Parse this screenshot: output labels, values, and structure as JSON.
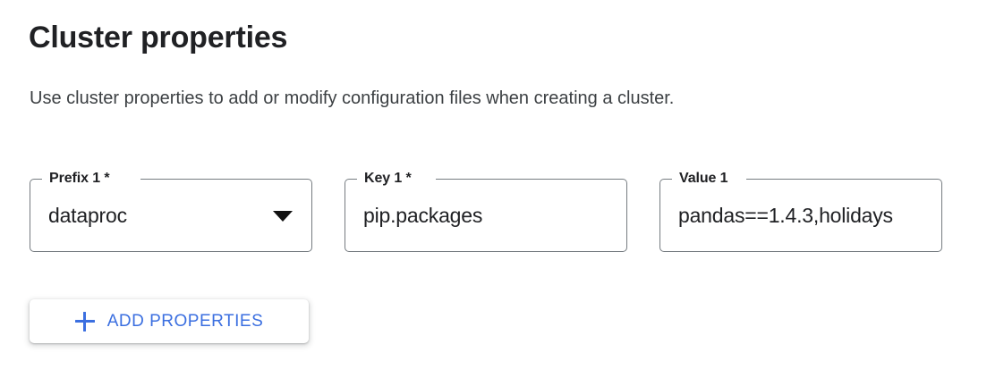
{
  "section": {
    "title": "Cluster properties",
    "description": "Use cluster properties to add or modify configuration files when creating a cluster."
  },
  "fields": [
    {
      "name": "prefix-1",
      "label": "Prefix 1 *",
      "value": "dataproc",
      "control": "select",
      "icon": "chevron-down-icon",
      "required": true
    },
    {
      "name": "key-1",
      "label": "Key 1 *",
      "value": "pip.packages",
      "control": "text",
      "required": true
    },
    {
      "name": "value-1",
      "label": "Value 1",
      "value": "pandas==1.4.3,holidays",
      "control": "text",
      "required": false
    }
  ],
  "add_button": {
    "label": "ADD PROPERTIES",
    "icon": "plus-icon"
  },
  "colors": {
    "accent": "#3b6fe0",
    "outline": "#757b80",
    "text": "#202124",
    "subtext": "#3c4043",
    "background": "#ffffff"
  }
}
